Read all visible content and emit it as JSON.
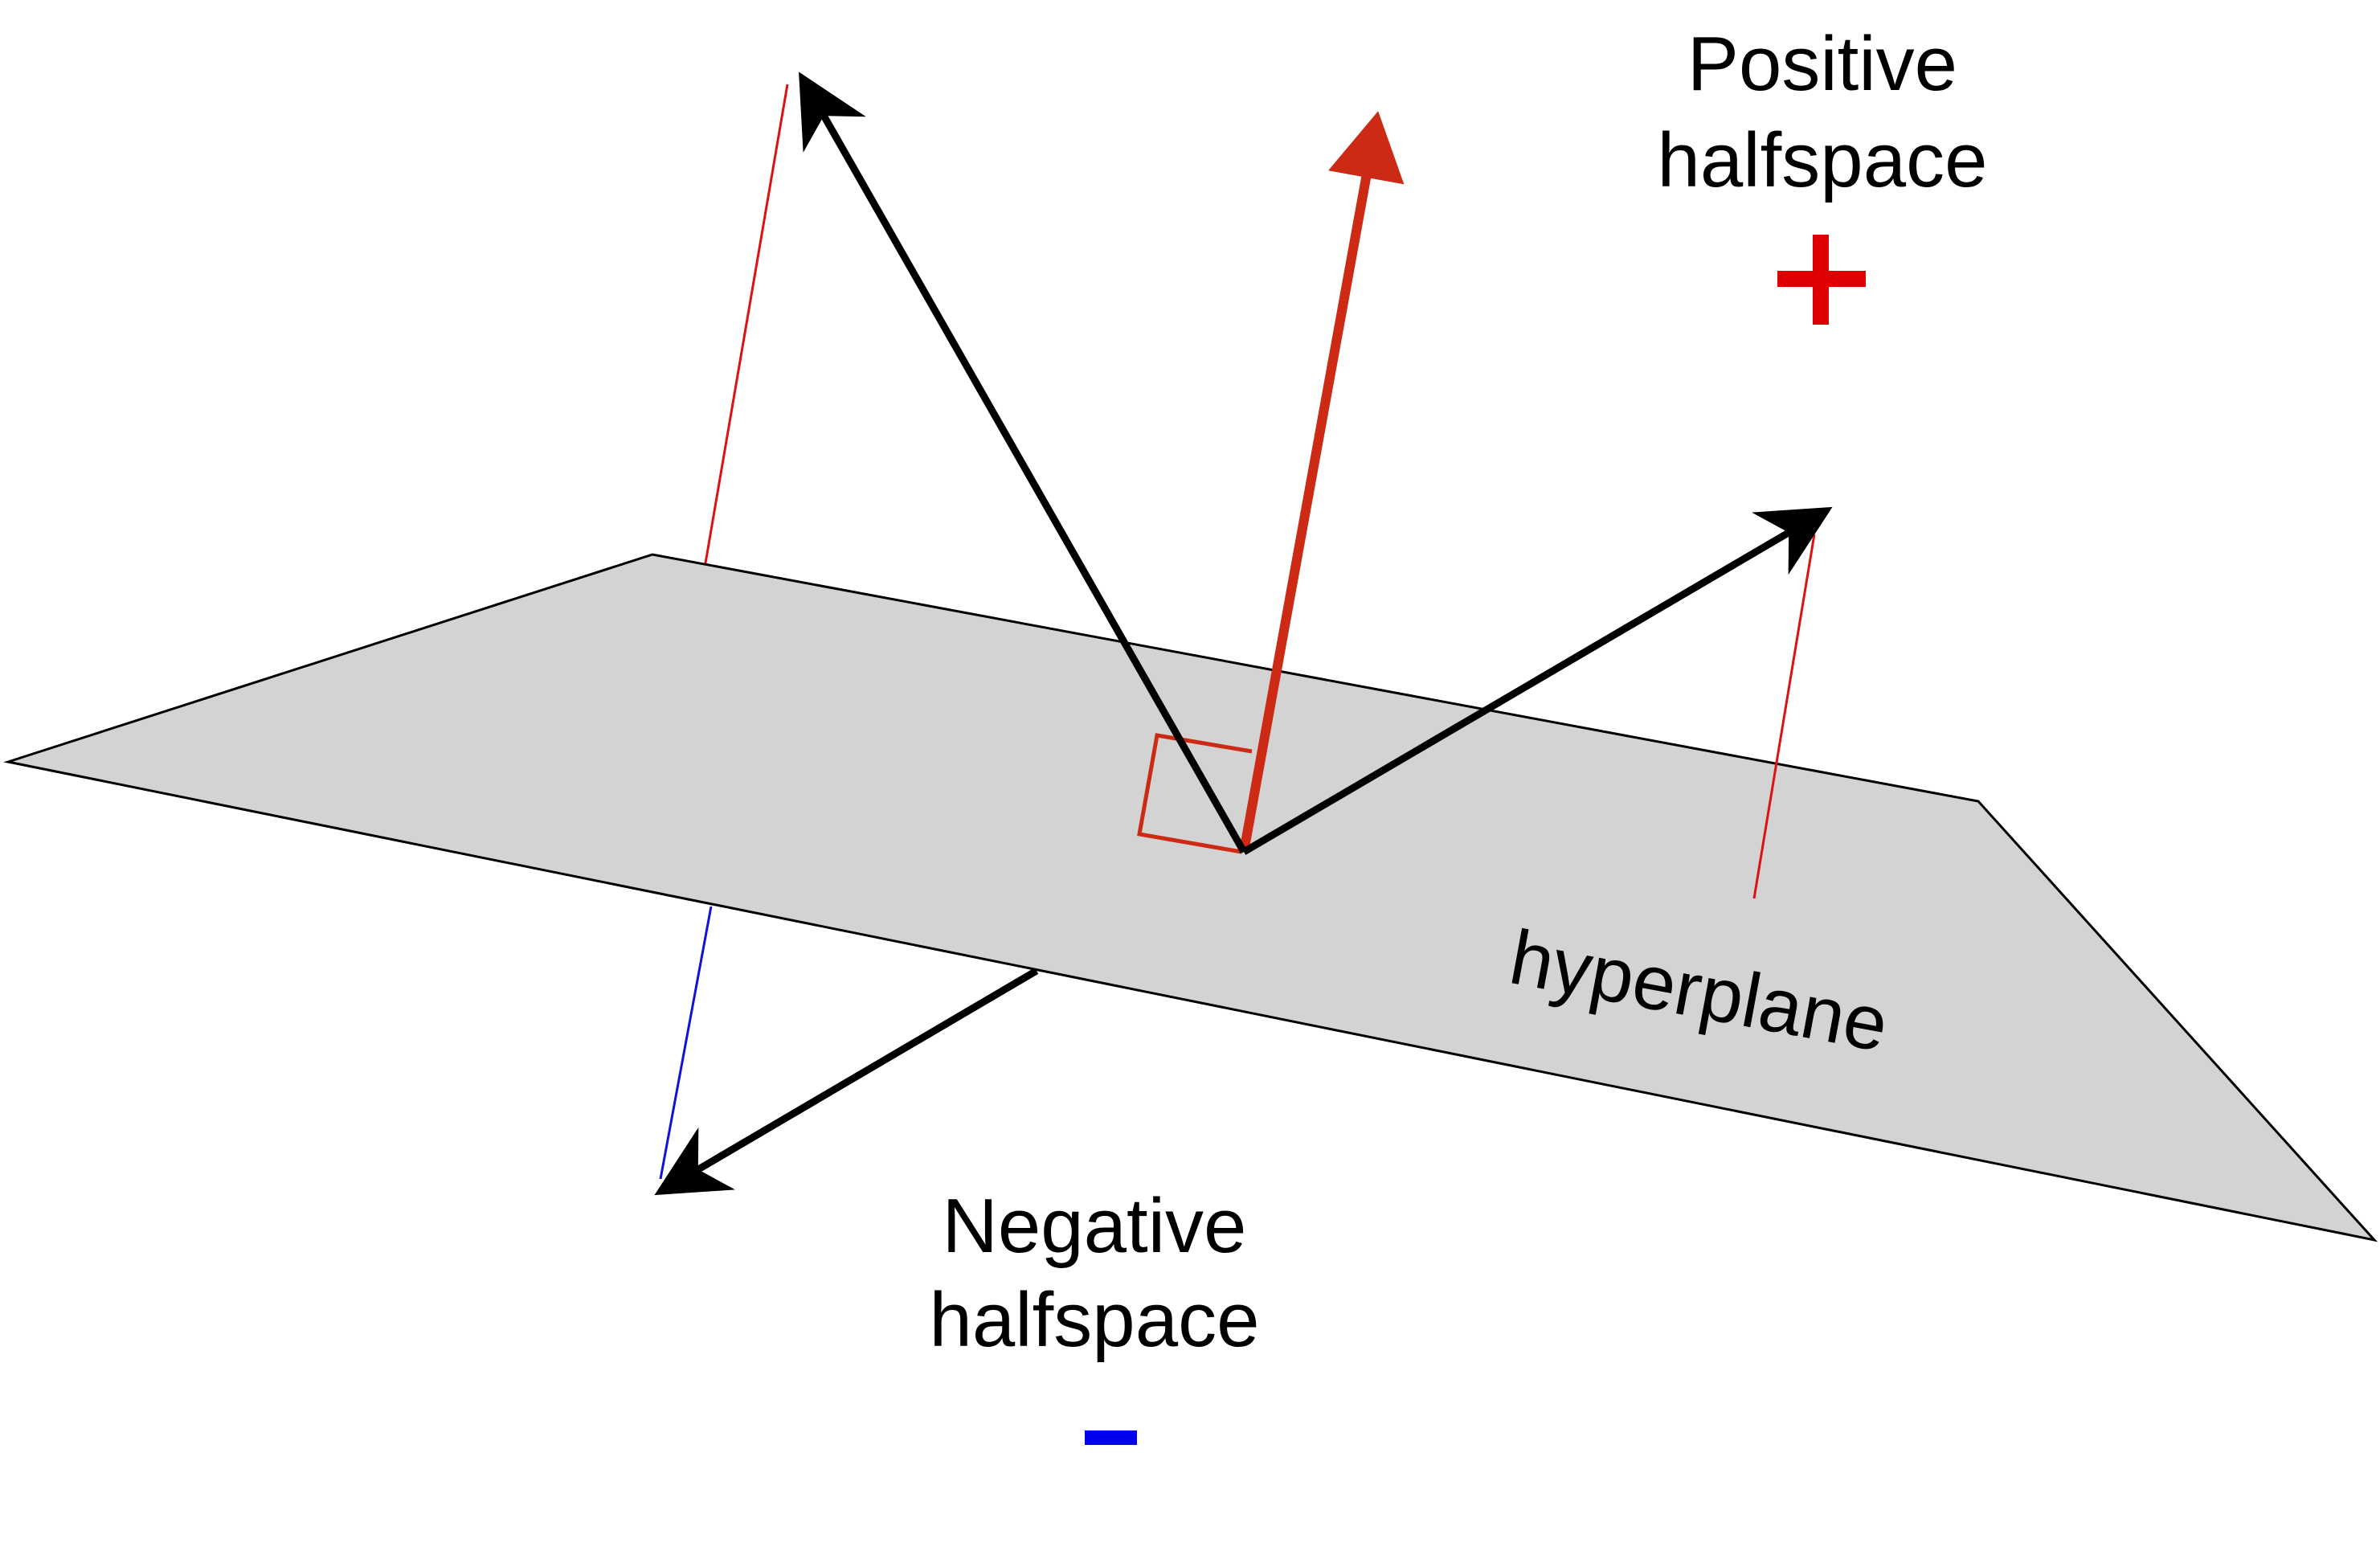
{
  "diagram": {
    "positive_label_line1": "Positive",
    "positive_label_line2": "halfspace",
    "positive_sign": "+",
    "negative_label_line1": "Negative",
    "negative_label_line2": "halfspace",
    "negative_sign": "−",
    "plane_label": "hyperplane"
  },
  "colors": {
    "plane_fill": "#d3d3d3",
    "plane_stroke": "#000000",
    "vector": "#000000",
    "normal_vector": "#cc2a14",
    "projection_positive": "#dd1111",
    "projection_negative": "#1111dd",
    "positive_sign": "#dd0000",
    "negative_sign": "#0000ee"
  },
  "icons": {
    "normal_marker": "right-angle-icon"
  }
}
